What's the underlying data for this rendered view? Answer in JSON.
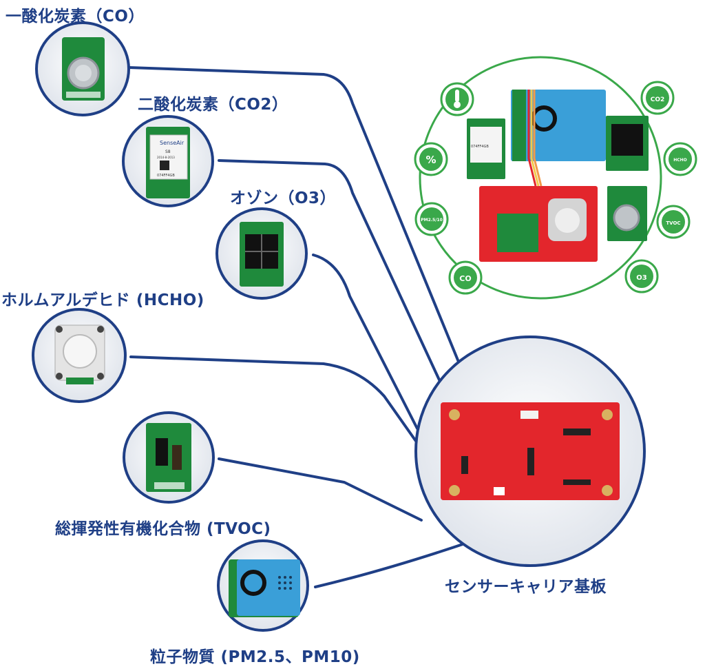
{
  "labels": {
    "co": "一酸化炭素（CO）",
    "co2": "二酸化炭素（CO2）",
    "o3": "オゾン（O3）",
    "hcho": "ホルムアルデヒド (HCHO)",
    "tvoc": "総揮発性有機化合物 (TVOC)",
    "pm": "粒子物質 (PM2.5、PM10)",
    "carrier": "センサーキャリア基板"
  },
  "module_text": {
    "co2_brand": "SenseAir",
    "co2_model": "S8",
    "co2_date": "2014-8-2013",
    "co2_serial": "074FF4GB",
    "co2_mini_serial": "074FF4GB"
  },
  "cluster_icons": {
    "co2": "CO2",
    "formaldehyde": "HCHO",
    "tvoc": "TVOC",
    "o3": "O3",
    "co": "CO",
    "pm": "PM2.5/10",
    "humidity": "%",
    "thermometer": ""
  },
  "colors": {
    "label": "#1f3f86",
    "connector": "#1f3f86",
    "ring": "#3aa84a",
    "pcb_green": "#1f8a3c",
    "pcb_red": "#e3262c",
    "pm_blue": "#3a9fd8"
  }
}
